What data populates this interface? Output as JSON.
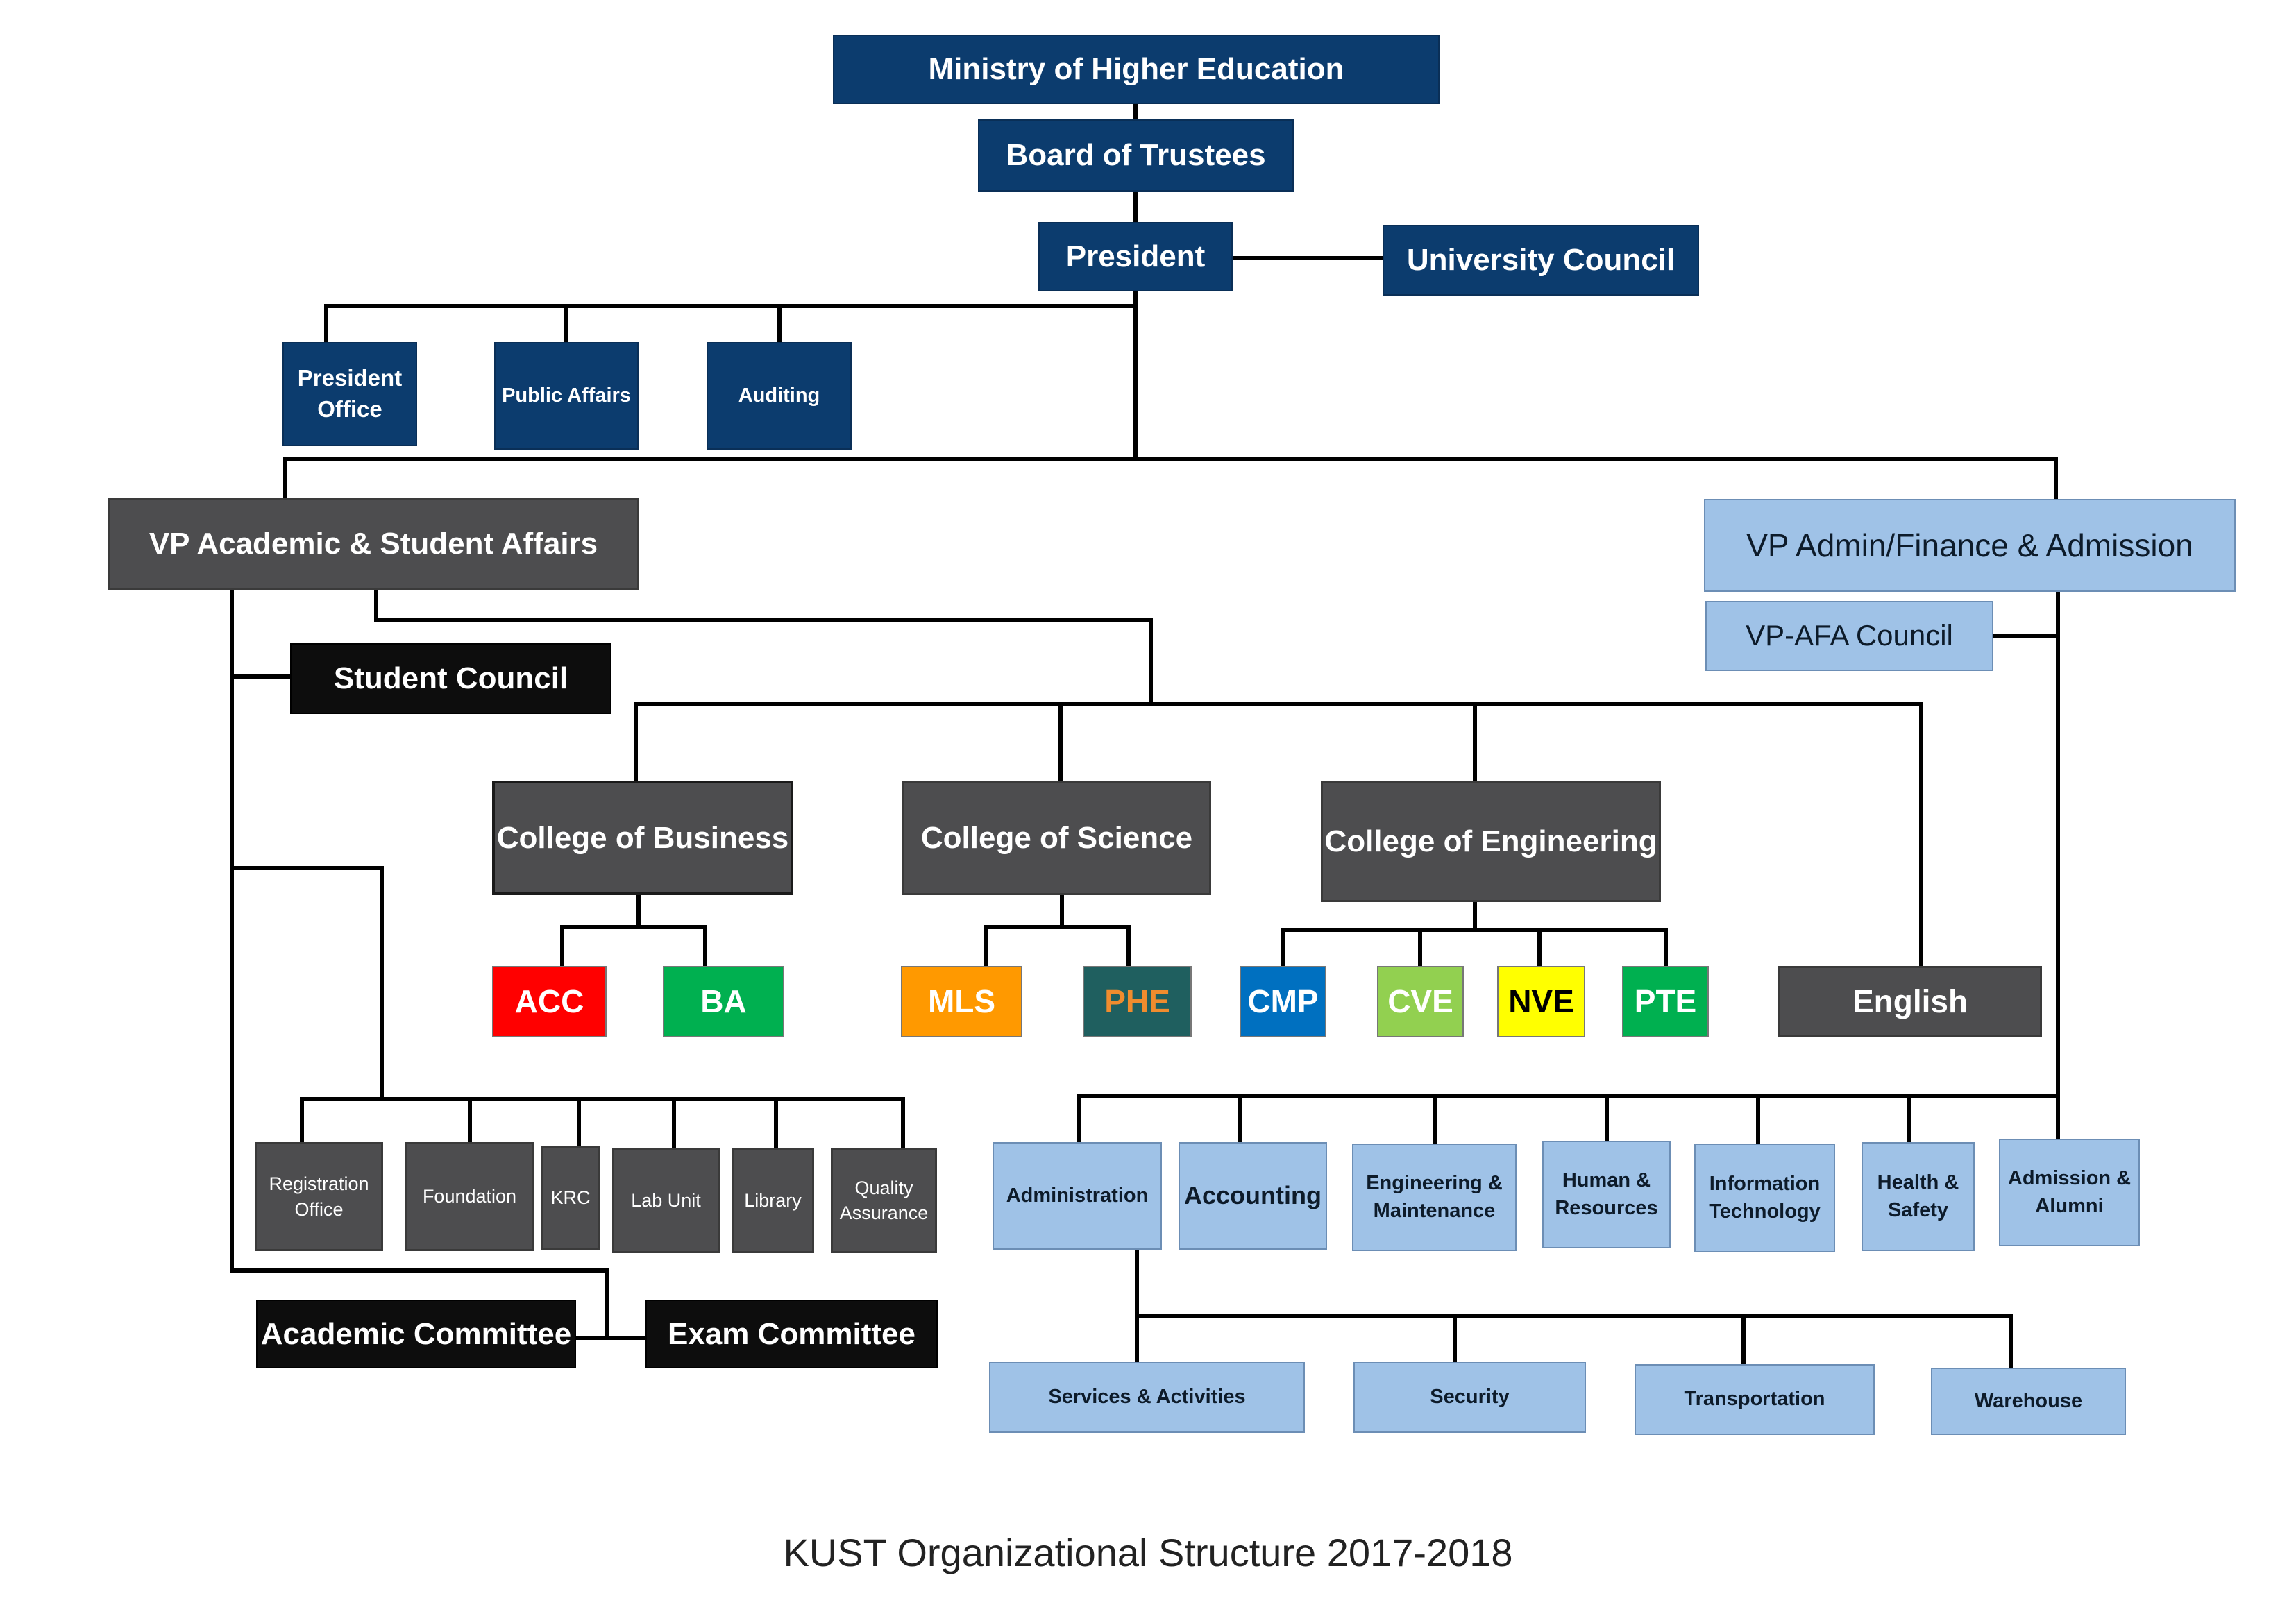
{
  "caption": "KUST Organizational Structure 2017-2018",
  "colors": {
    "navy": "#0c3c6e",
    "dark_gray": "#4d4d4f",
    "black": "#0d0d0d",
    "light_blue": "#9fc2e7",
    "ACC": "#ff0000",
    "BA": "#00b050",
    "MLS": "#ff9900",
    "PHE": "#1f5f5f",
    "CMP": "#0070c0",
    "CVE": "#92d050",
    "NVE": "#ffff00",
    "PTE": "#00b050"
  },
  "leadership": {
    "ministry": "Ministry of Higher Education",
    "board": "Board of Trustees",
    "president": "President",
    "university_council": "University Council"
  },
  "president_units": {
    "president_office": "President Office",
    "public_affairs": "Public Affairs",
    "auditing": "Auditing"
  },
  "vp_academic": {
    "title": "VP Academic & Student Affairs",
    "student_council": "Student Council",
    "units": {
      "registration": "Registration Office",
      "foundation": "Foundation",
      "krc": "KRC",
      "lab_unit": "Lab Unit",
      "library": "Library",
      "quality": "Quality Assurance"
    },
    "academic_committee": "Academic Committee",
    "exam_committee": "Exam Committee"
  },
  "colleges": {
    "business": "College of Business",
    "science": "College of Science",
    "engineering": "College of Engineering",
    "english": "English"
  },
  "departments": {
    "acc": "ACC",
    "ba": "BA",
    "mls": "MLS",
    "phe": "PHE",
    "cmp": "CMP",
    "cve": "CVE",
    "nve": "NVE",
    "pte": "PTE"
  },
  "vp_admin": {
    "title": "VP Admin/Finance & Admission",
    "council": "VP-AFA Council",
    "units": {
      "administration": "Administration",
      "accounting": "Accounting",
      "engineering_maintenance": "Engineering & Maintenance",
      "human_resources": "Human & Resources",
      "information_technology": "Information Technology",
      "health_safety": "Health & Safety",
      "admission_alumni": "Admission & Alumni"
    },
    "admin_sub": {
      "services": "Services & Activities",
      "security": "Security",
      "transportation": "Transportation",
      "warehouse": "Warehouse"
    }
  }
}
